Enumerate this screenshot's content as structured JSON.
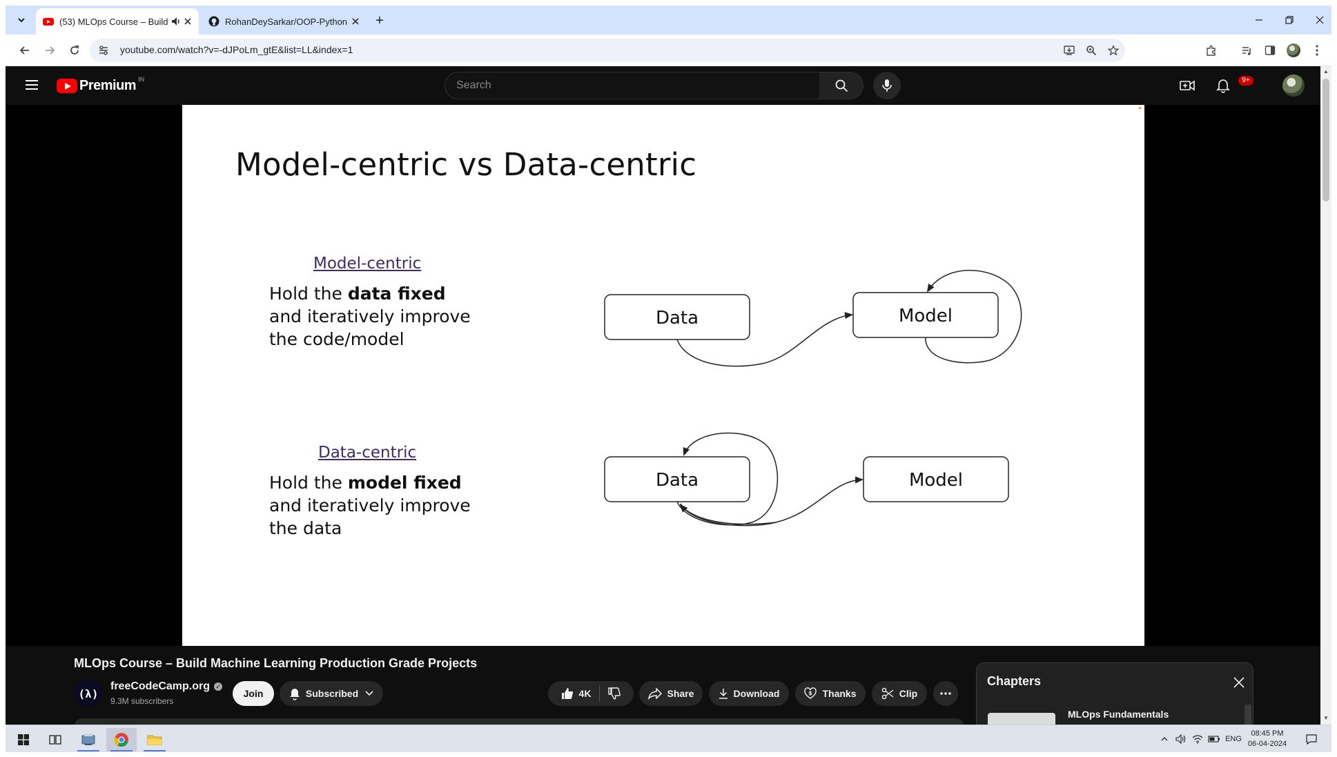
{
  "browser": {
    "tabs": [
      {
        "title": "(53) MLOps Course – Build",
        "favicon": "youtube-icon",
        "audio_icon": "speaker-icon",
        "active": true
      },
      {
        "title": "RohanDeySarkar/OOP-Python",
        "favicon": "github-icon",
        "active": false
      }
    ],
    "address": "youtube.com/watch?v=-dJPoLm_gtE&list=LL&index=1"
  },
  "youtube": {
    "logo_text": "Premium",
    "country": "IN",
    "search_placeholder": "Search",
    "notification_badge": "9+"
  },
  "slide": {
    "title": "Model-centric vs Data-centric",
    "model_centric": {
      "heading": "Model-centric",
      "line1_prefix": "Hold the ",
      "line1_bold": "data fixed",
      "line2": "and iteratively improve",
      "line3": "the code/model"
    },
    "data_centric": {
      "heading": "Data-centric",
      "line1_prefix": "Hold the ",
      "line1_bold": "model fixed",
      "line2": "and iteratively improve",
      "line3": "the data"
    },
    "diagram": {
      "top_data": "Data",
      "top_model": "Model",
      "bottom_data": "Data",
      "bottom_model": "Model"
    }
  },
  "video": {
    "title": "MLOps Course – Build Machine Learning Production Grade Projects",
    "channel": "freeCodeCamp.org",
    "channel_logo": "(λ)",
    "subscribers": "9.3M subscribers",
    "join_label": "Join",
    "subscribed_label": "Subscribed",
    "likes": "4K",
    "share_label": "Share",
    "download_label": "Download",
    "thanks_label": "Thanks",
    "clip_label": "Clip"
  },
  "chapters": {
    "heading": "Chapters",
    "items": [
      {
        "title": "MLOps Fundamentals"
      }
    ]
  },
  "taskbar": {
    "language": "ENG",
    "time": "08:45 PM",
    "date": "06-04-2024"
  }
}
